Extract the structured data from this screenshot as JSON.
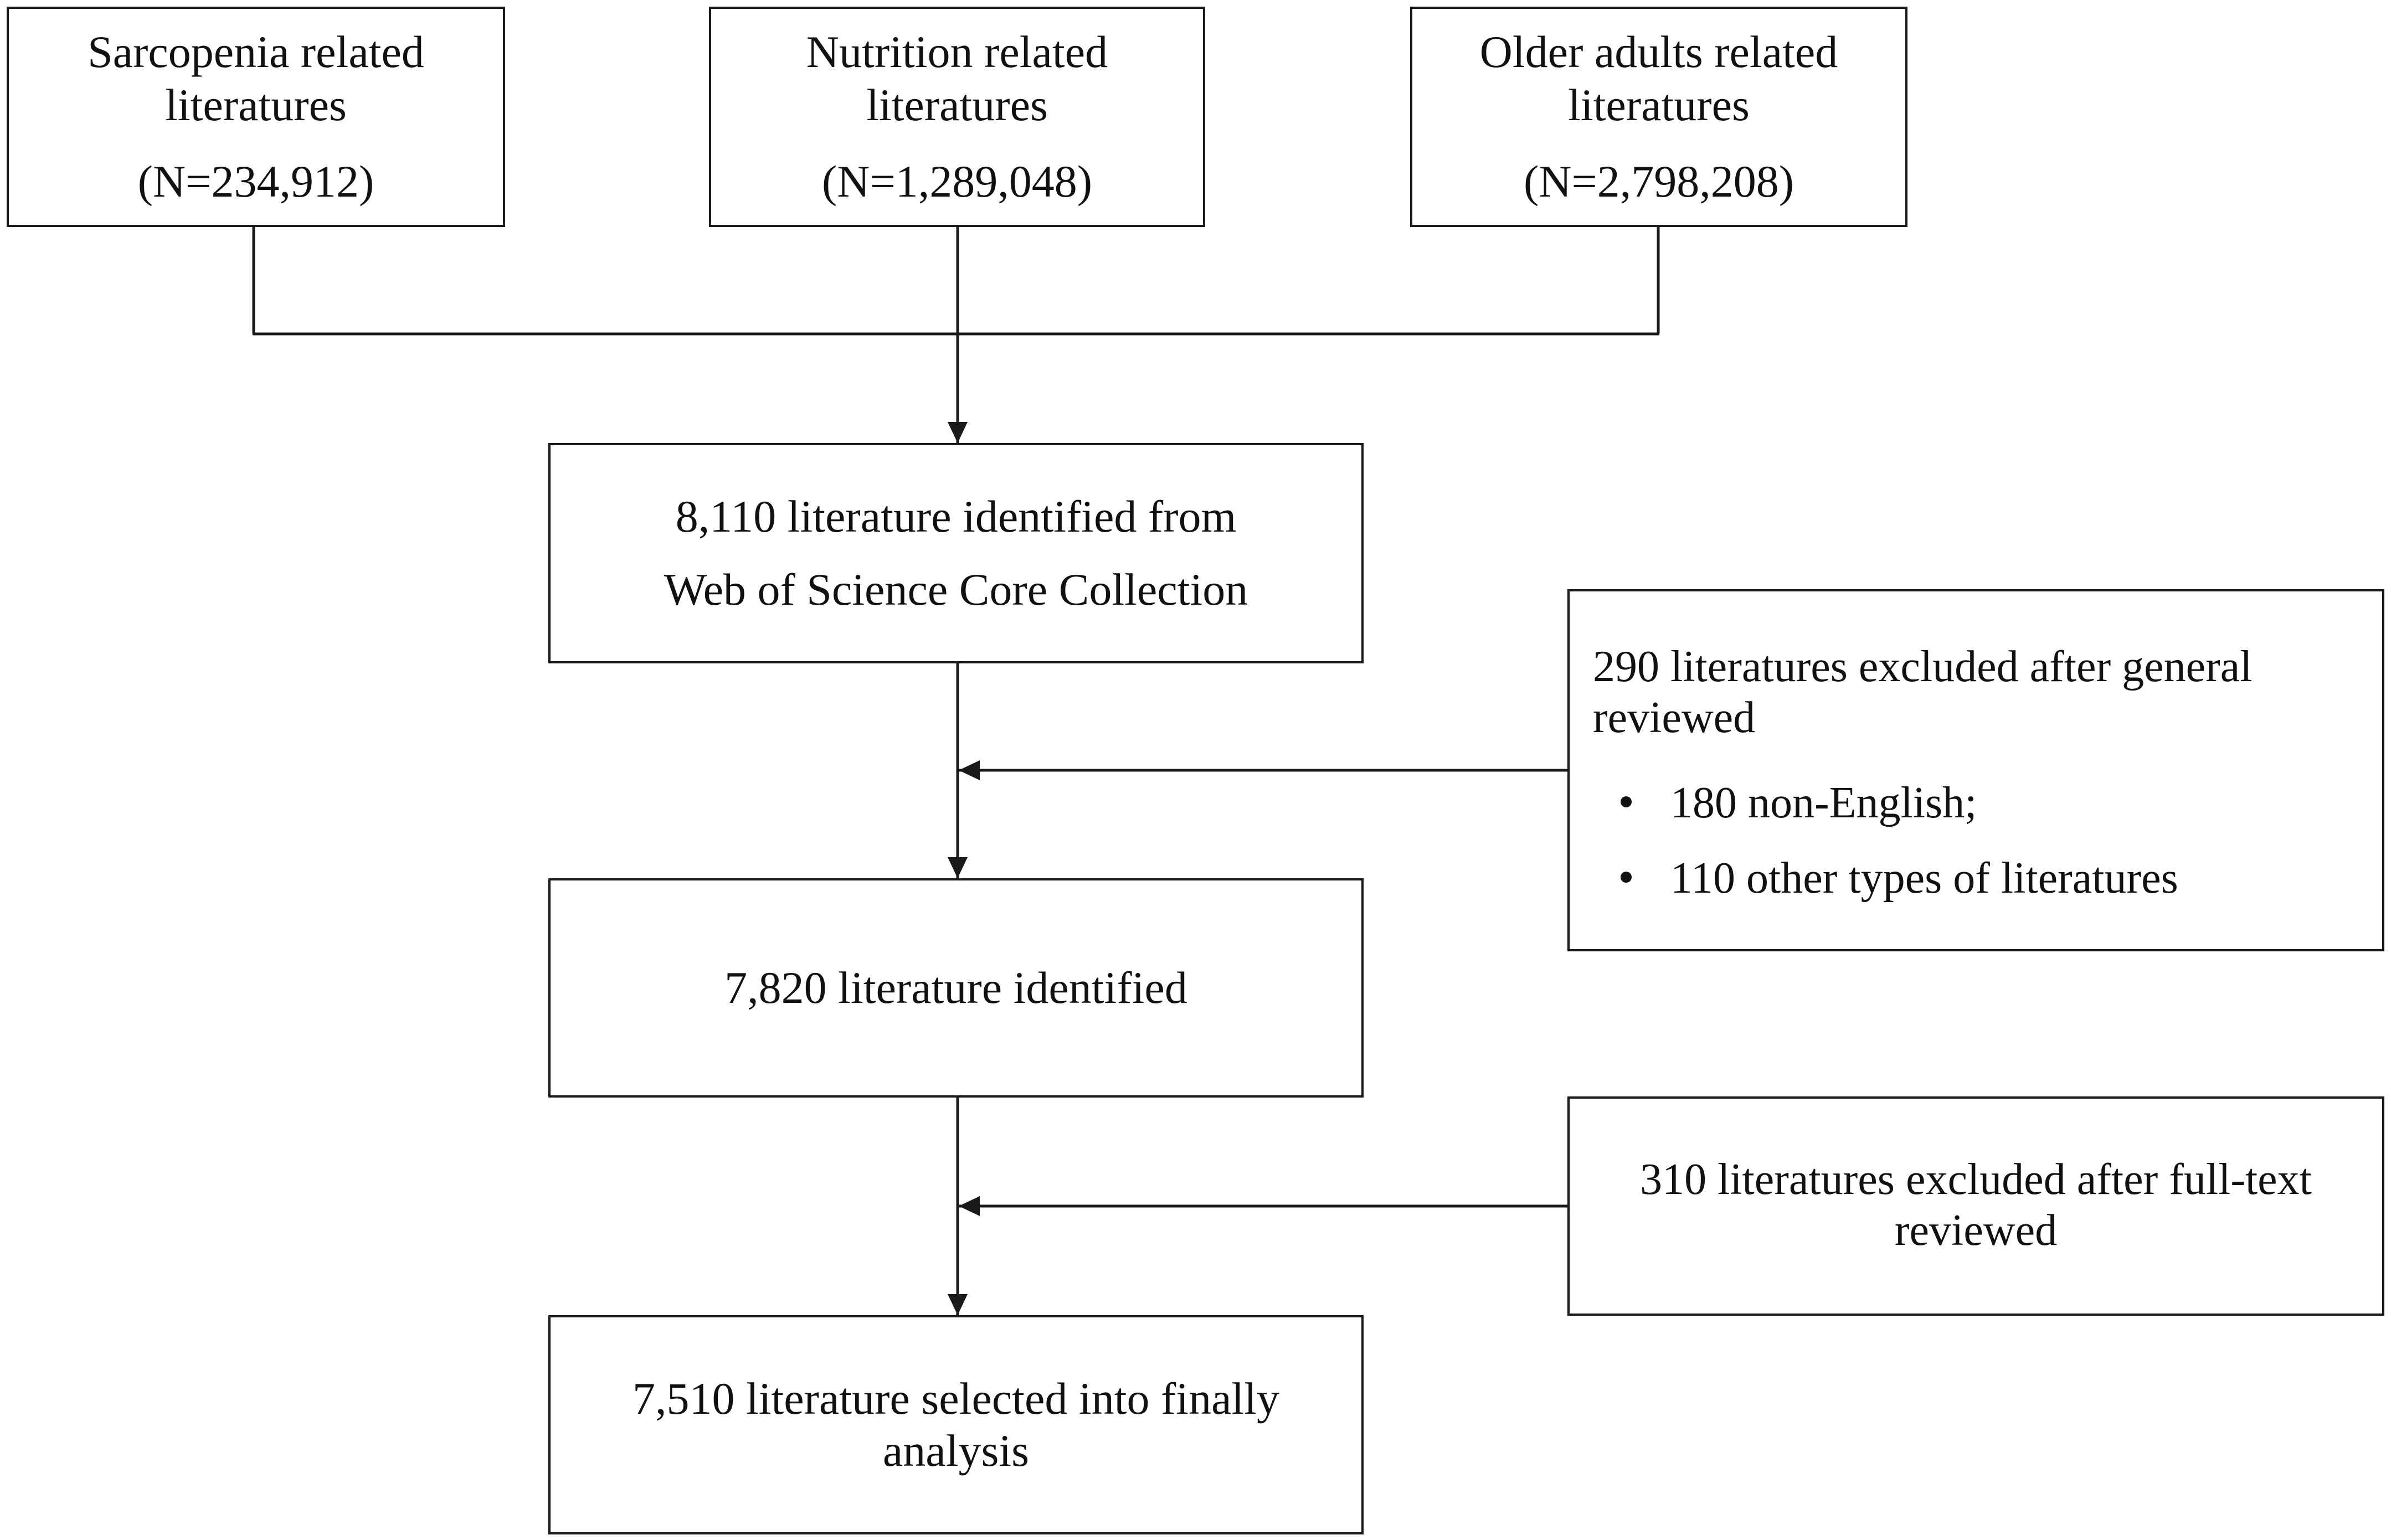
{
  "sources": [
    {
      "id": "sarcopenia",
      "label_lines": [
        "Sarcopenia related",
        "literatures"
      ],
      "count": "(N=234,912)"
    },
    {
      "id": "nutrition",
      "label_lines": [
        "Nutrition related",
        "literatures"
      ],
      "count": "(N=1,289,048)"
    },
    {
      "id": "older-adults",
      "label_lines": [
        "Older adults related",
        "literatures"
      ],
      "count": "(N=2,798,208)"
    }
  ],
  "identified": {
    "lines": [
      "8,110 literature  identified  from",
      "Web of Science Core Collection"
    ]
  },
  "exclusion_general": {
    "heading_lines": [
      "290 literatures  excluded after general",
      "reviewed"
    ],
    "bullets": [
      "180 non-English;",
      "110 other types of  literatures"
    ]
  },
  "after_general": {
    "lines": [
      "7,820 literature  identified"
    ]
  },
  "exclusion_fulltext": {
    "lines": [
      "310 literatures  excluded after  full-text",
      "reviewed"
    ]
  },
  "final": {
    "lines": [
      "7,510 literature  selected into finally",
      "analysis"
    ]
  },
  "colors": {
    "stroke": "#1a1a1a",
    "background": "#ffffff",
    "text": "#111111"
  }
}
